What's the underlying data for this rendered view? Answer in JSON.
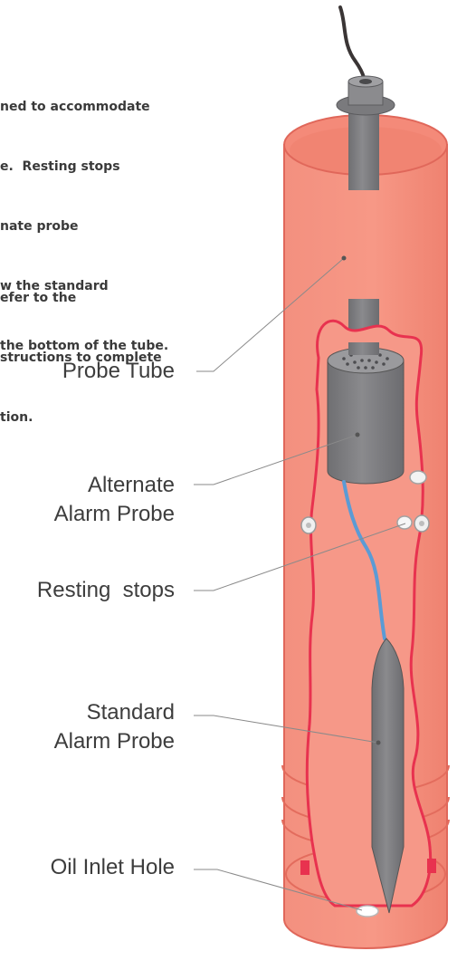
{
  "description_text": {
    "paragraph_1": [
      "ned to accommodate",
      "e.  Resting stops",
      "nate probe",
      "w the standard",
      "the bottom of the tube."
    ],
    "paragraph_2": [
      "efer to the",
      "structions to complete",
      "tion."
    ]
  },
  "labels": {
    "probe_tube": "Probe Tube",
    "alternate_alarm_probe": [
      "Alternate",
      "Alarm Probe"
    ],
    "resting_stops": "Resting  stops",
    "standard_alarm_probe": [
      "Standard",
      "Alarm Probe"
    ],
    "oil_inlet_hole": "Oil Inlet Hole"
  },
  "colors": {
    "tube_fill": "#f28a7c",
    "tube_outline": "#e0675a",
    "probe_gray": "#7e7e80",
    "wire_red": "#e8324f",
    "cable_blue": "#5b9bd5"
  }
}
